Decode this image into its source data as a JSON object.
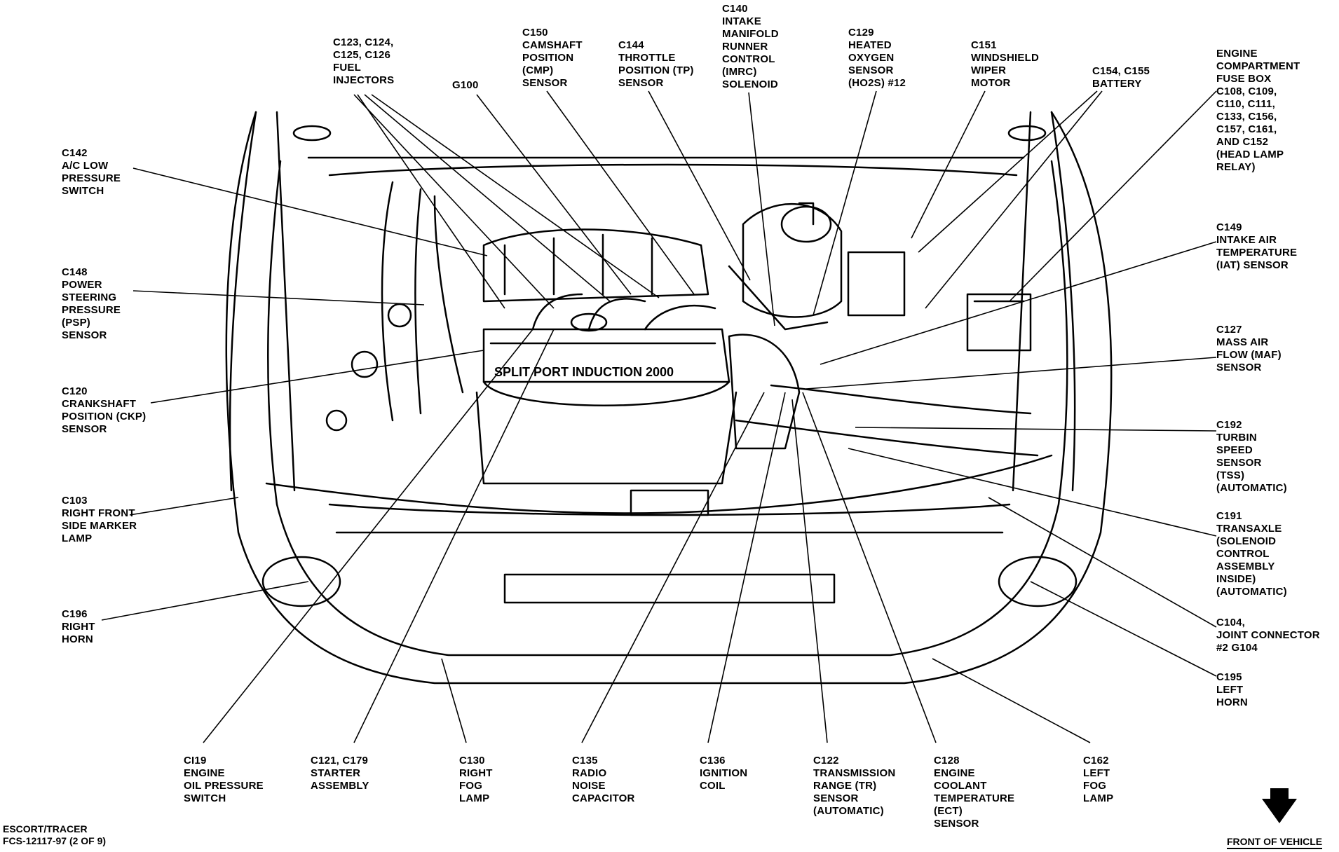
{
  "labels": {
    "c123": "C123, C124,\nC125, C126\nFUEL\nINJECTORS",
    "c150": "C150\nCAMSHAFT\nPOSITION\n(CMP)\nSENSOR",
    "g100": "G100",
    "c144": "C144\nTHROTTLE\nPOSITION (TP)\nSENSOR",
    "c140": "C140\nINTAKE\nMANIFOLD\nRUNNER\nCONTROL\n(IMRC)\nSOLENOID",
    "c129": "C129\nHEATED\nOXYGEN\nSENSOR\n(HO2S) #12",
    "c151": "C151\nWINDSHIELD\nWIPER\nMOTOR",
    "c154": "C154, C155\nBATTERY",
    "fusebox": "ENGINE\nCOMPARTMENT\nFUSE BOX\nC108, C109,\nC110, C111,\nC133, C156,\nC157, C161,\nAND C152\n(HEAD LAMP\nRELAY)",
    "c142": "C142\nA/C LOW\nPRESSURE\nSWITCH",
    "c148": "C148\nPOWER\nSTEERING\nPRESSURE\n(PSP)\nSENSOR",
    "c120": "C120\nCRANKSHAFT\nPOSITION (CKP)\nSENSOR",
    "c103": "C103\nRIGHT FRONT\nSIDE MARKER\nLAMP",
    "c196": "C196\nRIGHT\nHORN",
    "c149": "C149\nINTAKE AIR\nTEMPERATURE\n(IAT) SENSOR",
    "c127": "C127\nMASS AIR\nFLOW (MAF)\nSENSOR",
    "c192": "C192\nTURBIN\nSPEED\nSENSOR\n(TSS)\n(AUTOMATIC)",
    "c191": "C191\nTRANSAXLE\n(SOLENOID\nCONTROL\nASSEMBLY\nINSIDE)\n(AUTOMATIC)",
    "c104": "C104,\nJOINT CONNECTOR\n#2 G104",
    "c195": "C195\nLEFT\nHORN",
    "c119": "CI19\nENGINE\nOIL PRESSURE\nSWITCH",
    "c121": "C121, C179\nSTARTER\nASSEMBLY",
    "c130": "C130\nRIGHT\nFOG\nLAMP",
    "c135": "C135\nRADIO\nNOISE\nCAPACITOR",
    "c136": "C136\nIGNITION\nCOIL",
    "c122": "C122\nTRANSMISSION\nRANGE (TR)\nSENSOR\n(AUTOMATIC)",
    "c128": "C128\nENGINE\nCOOLANT\nTEMPERATURE\n(ECT)\nSENSOR",
    "c162": "C162\nLEFT\nFOG\nLAMP"
  },
  "engine_badge": "SPLIT PORT INDUCTION 2000",
  "footer": {
    "model": "ESCORT/TRACER\nFCS-12117-97 (2 OF 9)",
    "front": "FRONT OF VEHICLE"
  }
}
